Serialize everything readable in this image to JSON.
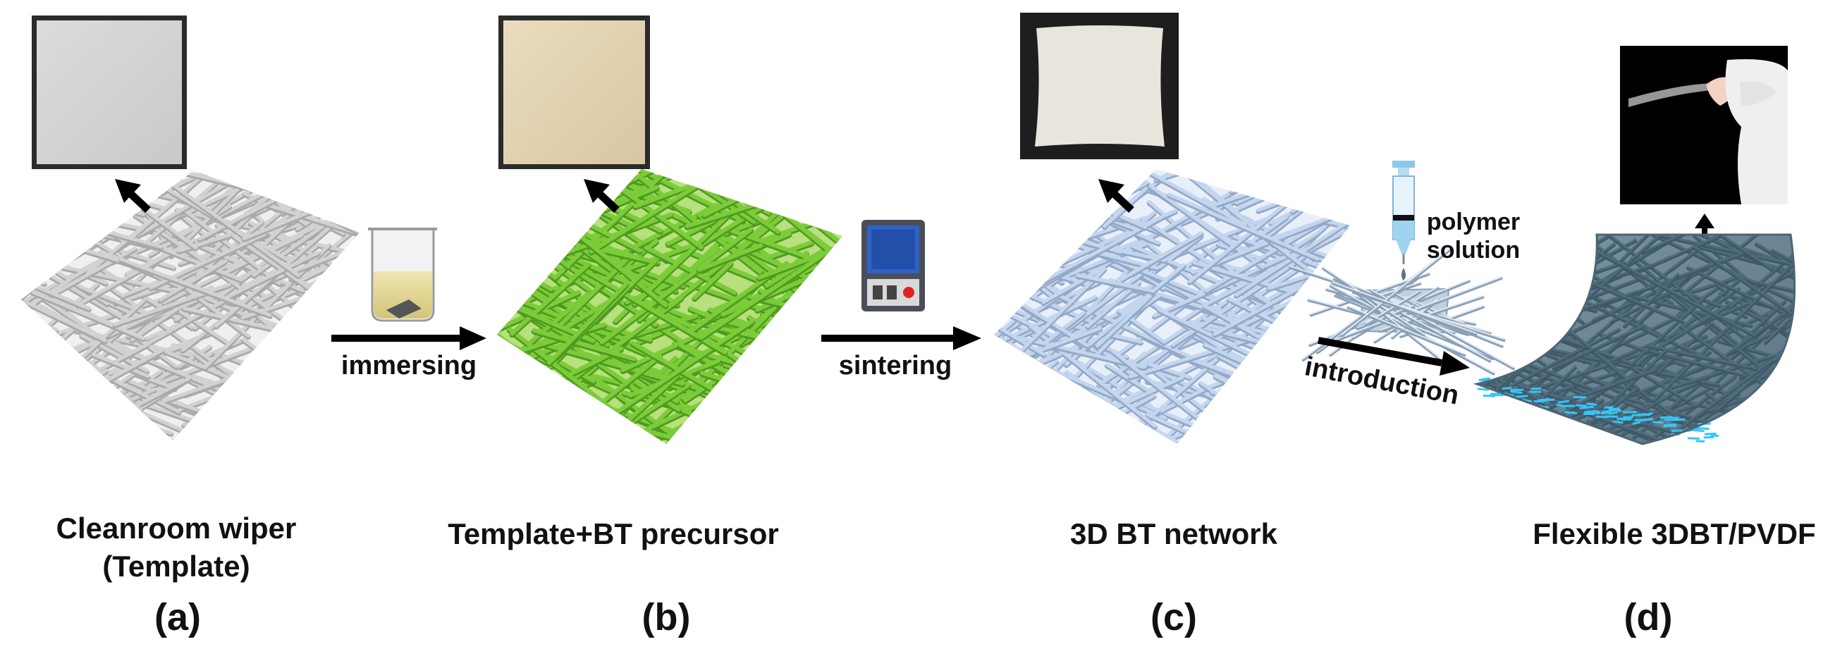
{
  "panels": [
    {
      "title_line1": "Cleanroom wiper",
      "title_line2": "(Template)",
      "letter": "(a)"
    },
    {
      "title_line1": "Template+BT precursor",
      "letter": "(b)"
    },
    {
      "title_line1": "3D BT network",
      "letter": "(c)"
    },
    {
      "title_line1": "Flexible 3DBT/PVDF",
      "letter": "(d)"
    }
  ],
  "process_steps": {
    "step1": "immersing",
    "step2": "sintering",
    "step3": "introduction"
  },
  "annotations": {
    "polymer_line1": "polymer",
    "polymer_line2": "solution"
  },
  "colors": {
    "template_fibers": "#d2d2d2",
    "precursor_fibers": "#7ccc3a",
    "bt_network_fibers": "#c4d6ee",
    "composite_film": "#6d8797",
    "arrow": "#000000"
  }
}
